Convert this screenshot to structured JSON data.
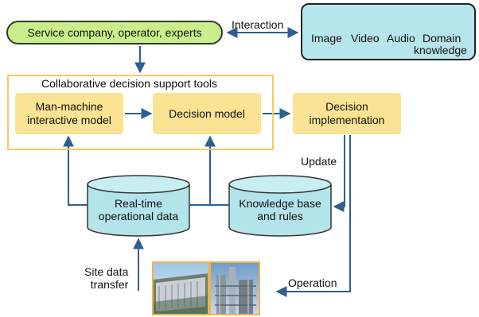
{
  "nodes": {
    "service": "Service company, operator, experts",
    "interaction": "Interaction",
    "collab_title": "Collaborative decision support tools",
    "man_machine_line1": "Man-machine",
    "man_machine_line2": "interactive model",
    "decision_model": "Decision model",
    "decision_impl_line1": "Decision",
    "decision_impl_line2": "implementation",
    "update": "Update",
    "realtime_line1": "Real-time",
    "realtime_line2": "operational data",
    "kb_line1": "Knowledge base",
    "kb_line2": "and rules",
    "site_line1": "Site data",
    "site_line2": "transfer",
    "operation": "Operation"
  },
  "media": {
    "image": "Image",
    "video": "Video",
    "audio": "Audio",
    "domain_line1": "Domain",
    "domain_line2": "knowledge"
  },
  "colors": {
    "arrow": "#2e5f93",
    "service_fill": "#c9ef8c",
    "media_fill": "#b6e6ec",
    "box_fill": "#fbe394",
    "outer_border": "#f5c963",
    "cylinder_fill": "#b3e4ea"
  }
}
